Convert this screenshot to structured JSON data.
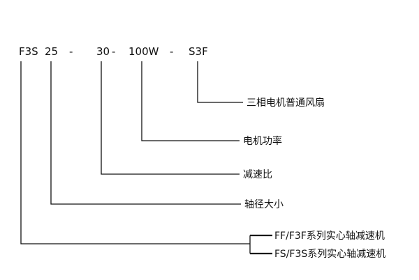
{
  "code": {
    "series": "F3S",
    "size": "25",
    "sep1": "-",
    "ratio": "30",
    "sep2": "-",
    "power": "100W",
    "sep3": "-",
    "fan": "S3F"
  },
  "labels": {
    "fan": "三相电机普通风扇",
    "power": "电机功率",
    "ratio": "减速比",
    "size": "轴径大小",
    "series_ff": "FF/F3F系列实心轴减速机",
    "series_fs": "FS/F3S系列实心轴减速机"
  }
}
